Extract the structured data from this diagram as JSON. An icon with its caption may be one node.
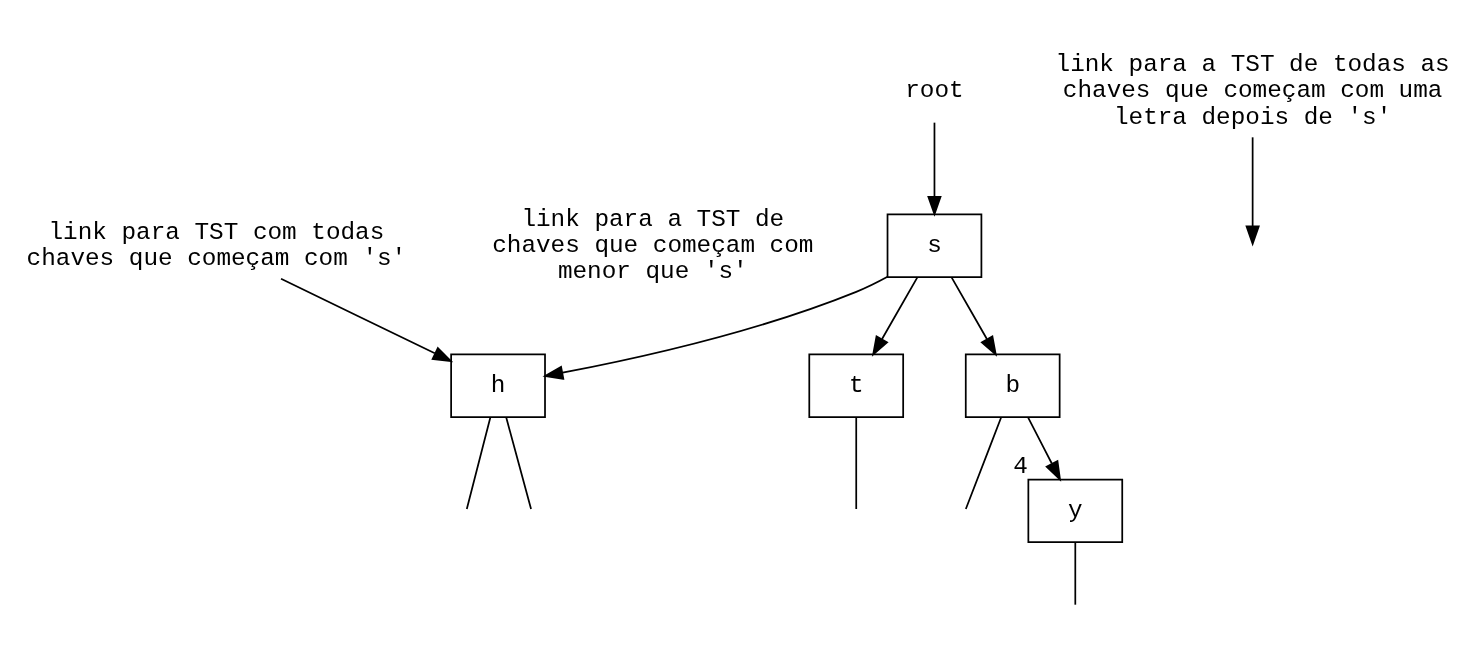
{
  "diagram": {
    "nodes": [
      {
        "text": [
          "root"
        ]
      },
      {
        "text": [
          "link para a TST de todas as chaves que começam com uma letra depois de 's'"
        ]
      },
      {
        "text": [
          "s"
        ]
      },
      {
        "text": [
          "link para TST com todas chaves que começam com 's'"
        ]
      },
      {
        "text": [
          "b"
        ]
      },
      {
        "text": [
          "h"
        ]
      },
      {
        "text": [
          "t"
        ]
      },
      {
        "text": [
          "y"
        ],
        "beside": [
          "4"
        ]
      }
    ],
    "edges": [
      {
        "from": 0,
        "to": 2,
        "arrow": "to"
      },
      {
        "from": 1,
        "to": null,
        "arrow": "to"
      },
      {
        "from": 2,
        "to": 4,
        "arrow": "to"
      },
      {
        "from": 2,
        "to": 5,
        "arrow": "to"
      },
      {
        "from": 2,
        "to": 6,
        "arrow": "to"
      },
      {
        "from": 3,
        "to": 5,
        "arrow": "to"
      },
      {
        "from": 4,
        "to": null,
        "arrow": "none"
      },
      {
        "from": 4,
        "to": 7,
        "arrow": "to"
      },
      {
        "from": 5,
        "to": null,
        "arrow": "none"
      },
      {
        "from": 5,
        "to": null,
        "arrow": "none"
      },
      {
        "from": 6,
        "to": null,
        "arrow": "none"
      },
      {
        "from": 7,
        "to": null,
        "arrow": "none"
      }
    ],
    "labels": [
      "link para a TST de chaves que começam com menor que 's'"
    ]
  }
}
